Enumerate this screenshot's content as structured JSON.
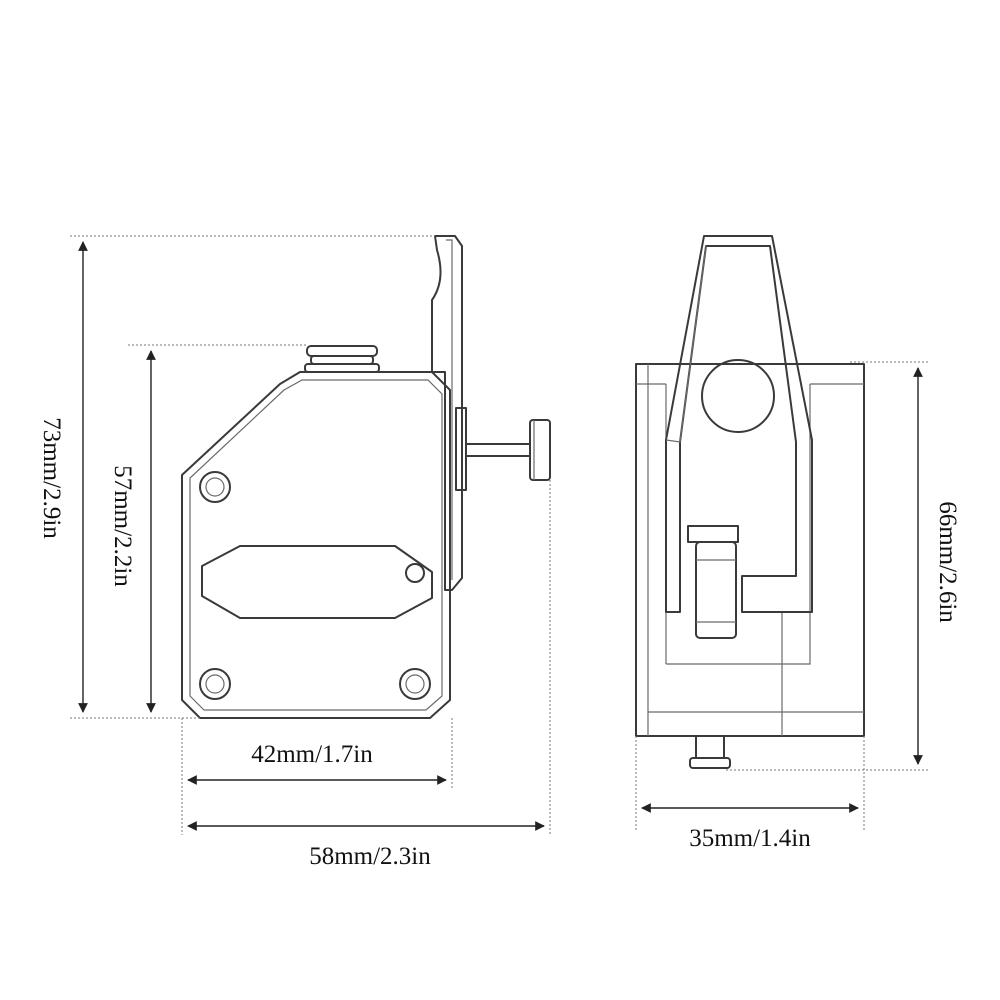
{
  "dimensions": {
    "side_height_total": "73mm/2.9in",
    "side_height_body": "57mm/2.2in",
    "side_width_body": "42mm/1.7in",
    "side_width_total": "58mm/2.3in",
    "front_height": "66mm/2.6in",
    "front_width": "35mm/1.4in"
  }
}
